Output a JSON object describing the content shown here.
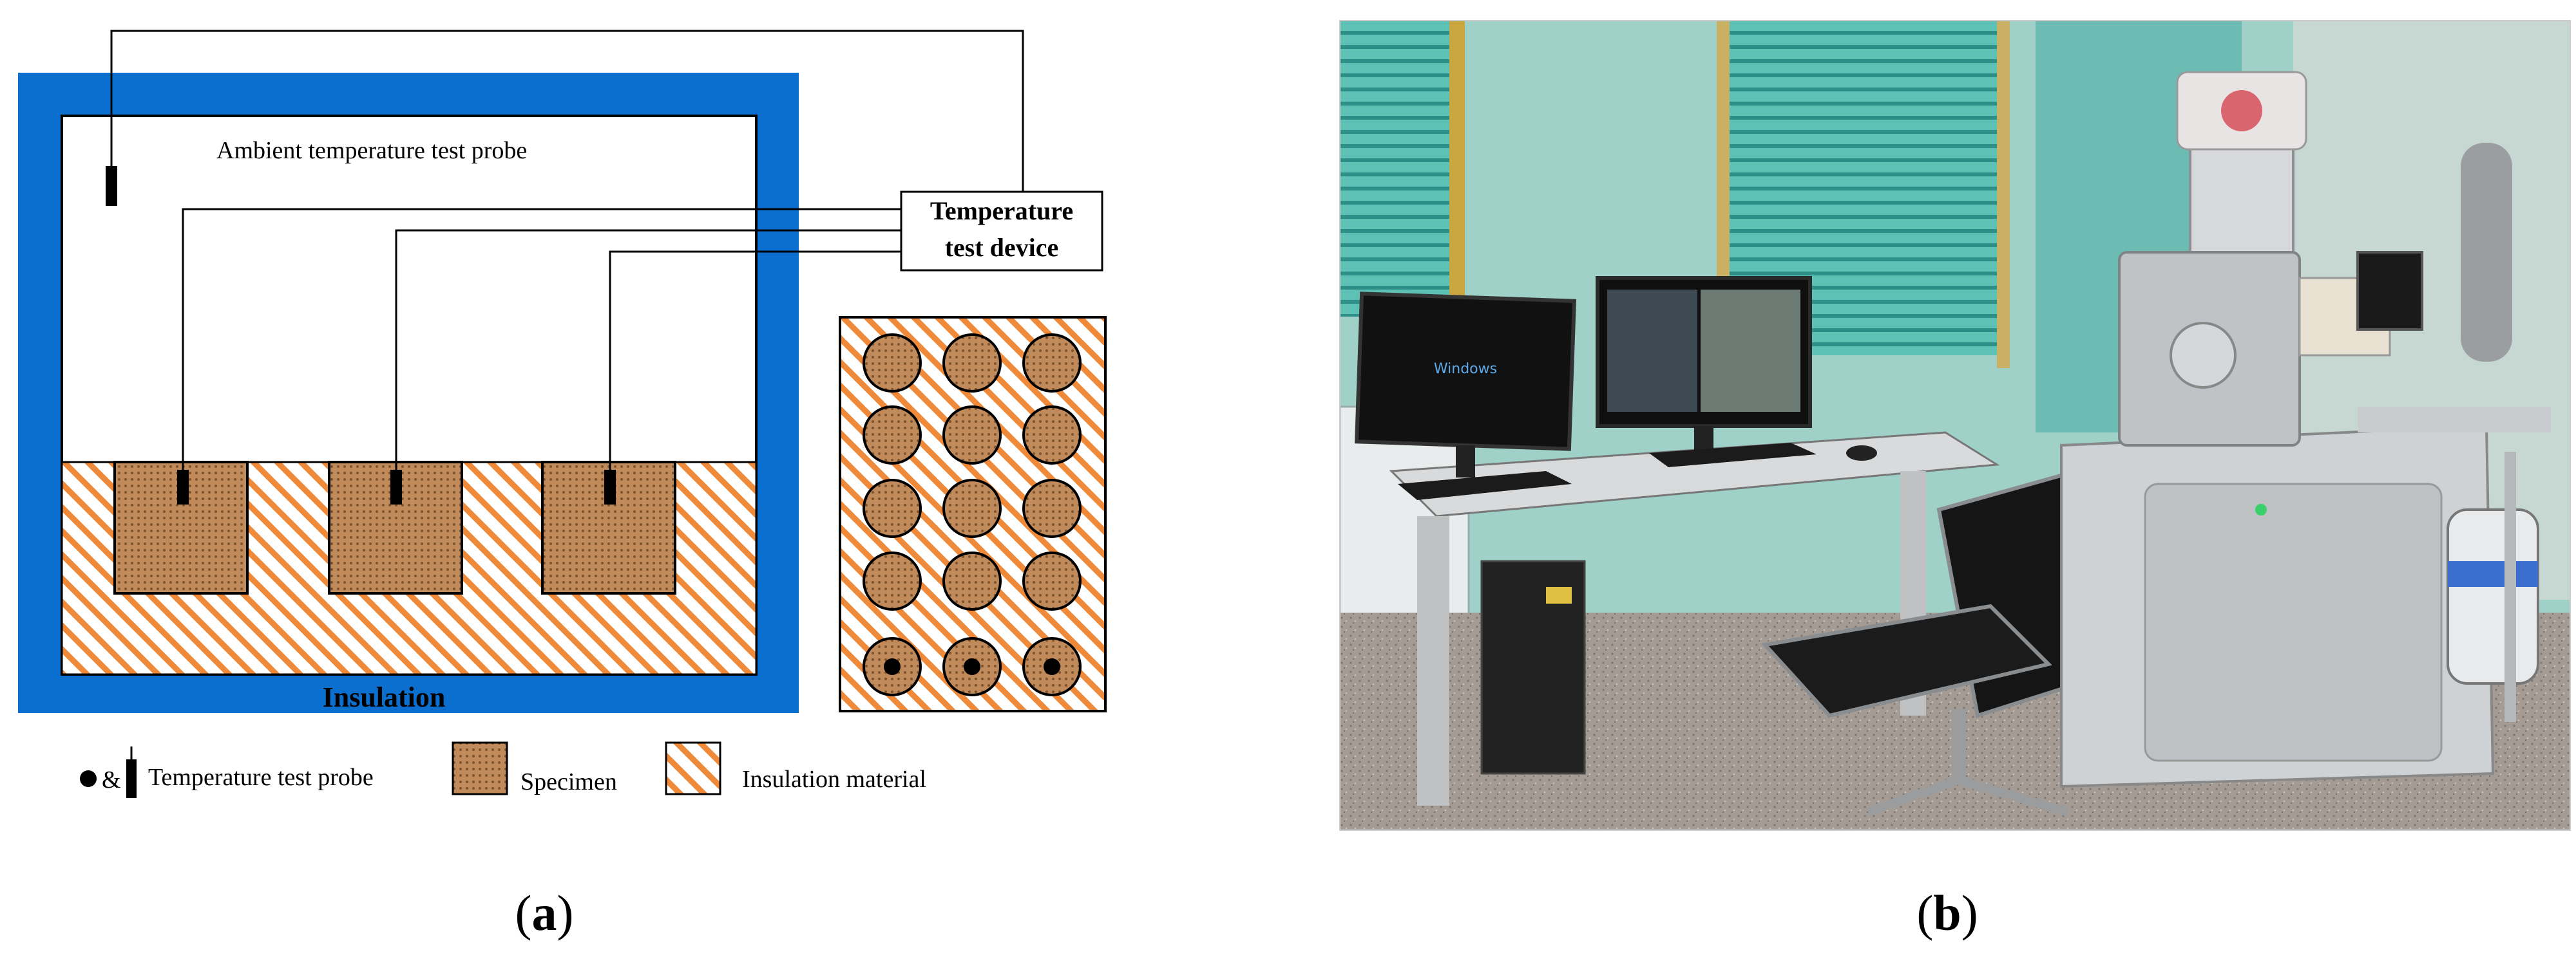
{
  "panel_a": {
    "ambient_probe_label": "Ambient temperature test probe",
    "device_label_line1": "Temperature",
    "device_label_line2": "test device",
    "insulation_label": "Insulation",
    "legend": {
      "symbol_prefix": "&",
      "probe_label": "Temperature test probe",
      "specimen_label": "Specimen",
      "insulation_material_label": "Insulation material"
    },
    "caption_letter": "a"
  },
  "panel_b": {
    "caption_letter": "b",
    "monitor_text": "Windows"
  },
  "colors": {
    "insulation_blue": "#0a6fcf",
    "specimen_brown": "#c08a5a",
    "hatch_orange": "#ee8a3a"
  }
}
